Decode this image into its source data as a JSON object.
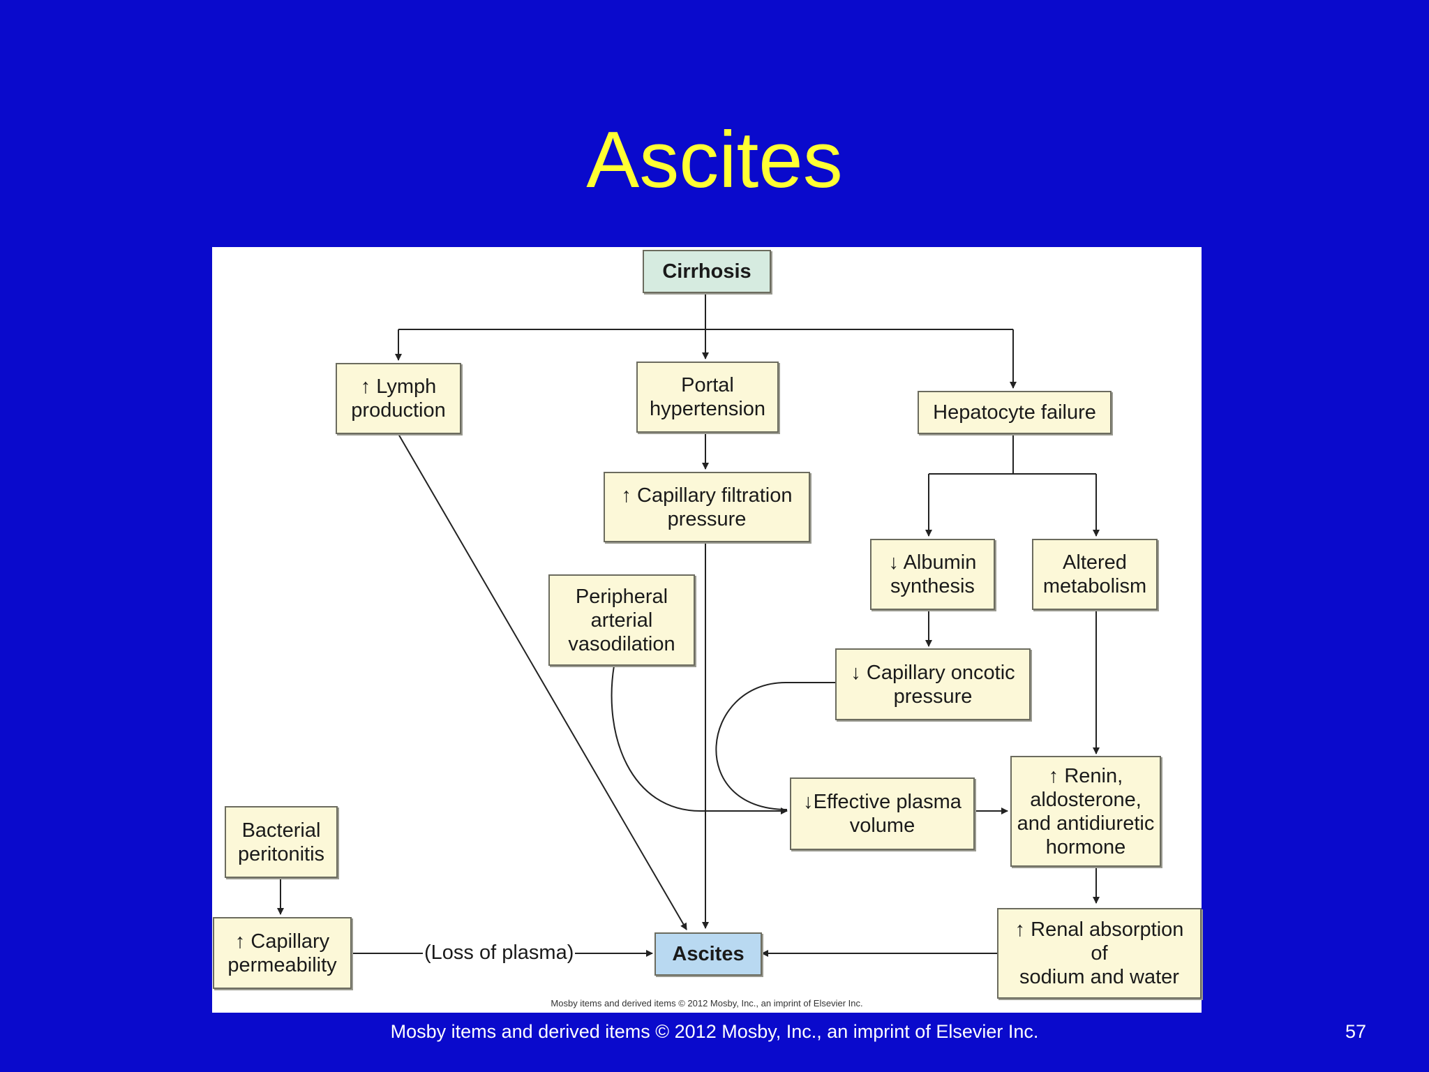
{
  "title": "Ascites",
  "nodes": {
    "cirrhosis": "Cirrhosis",
    "lymph": "↑ Lymph\nproduction",
    "portal": "Portal\nhypertension",
    "hepatocyte": "Hepatocyte failure",
    "cap_filtration": "↑ Capillary filtration\npressure",
    "albumin": "↓ Albumin\nsynthesis",
    "altered_metabolism": "Altered\nmetabolism",
    "peripheral": "Peripheral\narterial\nvasodilation",
    "cap_oncotic": "↓ Capillary oncotic\npressure",
    "effective_plasma": "↓Effective plasma\nvolume",
    "renin": "↑ Renin,\naldosterone,\nand antidiuretic\nhormone",
    "bacterial": "Bacterial\nperitonitis",
    "cap_permeability": "↑ Capillary\npermeability",
    "ascites": "Ascites",
    "renal": "↑ Renal absorption\nof\nsodium and water"
  },
  "edge_labels": {
    "loss_of_plasma": "(Loss of plasma)"
  },
  "figure_credit": "Mosby items and derived items © 2012 Mosby, Inc., an imprint of Elsevier Inc.",
  "footer": "Mosby items and derived items © 2012 Mosby, Inc., an imprint of Elsevier Inc.",
  "slide_number": "57",
  "colors": {
    "background": "#0a0acc",
    "title": "#ffff33",
    "box_fill": "#fcf8d8",
    "root_fill": "#d6ebe0",
    "outcome_fill": "#b9d9f1"
  }
}
